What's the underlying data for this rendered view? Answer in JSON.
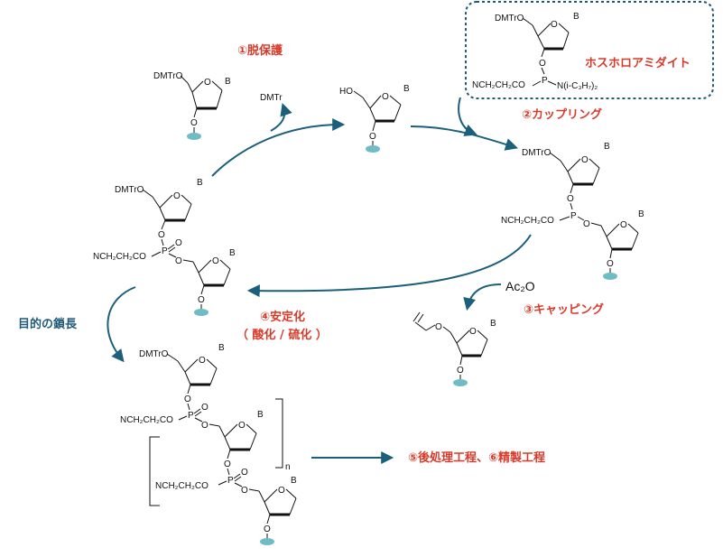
{
  "steps": {
    "deprotection": "①脱保護",
    "coupling": "②カップリング",
    "capping": "③キャッピング",
    "oxidation_line1": "④安定化",
    "oxidation_line2": "（ 酸化 / 硫化 ）",
    "workup": "⑤後処理工程、⑥精製工程"
  },
  "labels": {
    "phosphoramidite": "ホスホロアミダイト",
    "chain_extension": "目的の鎖長",
    "dmtr_released": "DMTr",
    "ac2o": "Ac₂O"
  },
  "chem": {
    "dmtro": "DMTrO",
    "ho": "HO",
    "base": "B",
    "o": "O",
    "p": "P",
    "cyanoethyl": "NCH₂CH₂CO",
    "diisopropylamino": "N(i-C₃H₇)₂",
    "repeat_n": "n"
  },
  "colors": {
    "step_label": "#d83a2a",
    "arrow": "#1b5f7a",
    "solid_support": "#6fbcc4",
    "dashed_box": "#1f5a78"
  }
}
